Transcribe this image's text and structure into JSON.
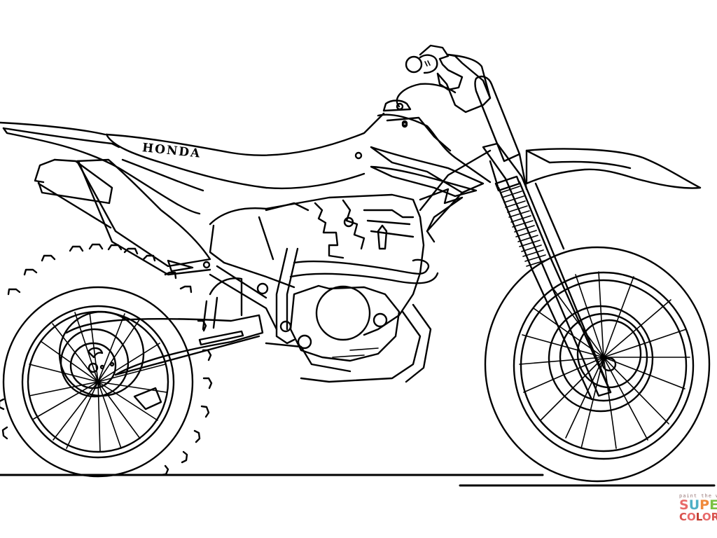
{
  "image": {
    "subject": "Honda dirt bike coloring page line drawing",
    "brand_text": "HONDA",
    "background_color": "#ffffff",
    "line_color": "#000000"
  },
  "watermark": {
    "tagline": "paint the w",
    "line1_letters": [
      "S",
      "U",
      "P",
      "E"
    ],
    "line1_colors": [
      "#e86a6a",
      "#4fb0c6",
      "#f08a3c",
      "#7ac143"
    ],
    "line2_letters": [
      "C",
      "O",
      "L",
      "O",
      "R"
    ],
    "line2_colors": [
      "#d9534f",
      "#e86a6a",
      "#c0392b",
      "#e86a6a",
      "#d9534f"
    ]
  }
}
